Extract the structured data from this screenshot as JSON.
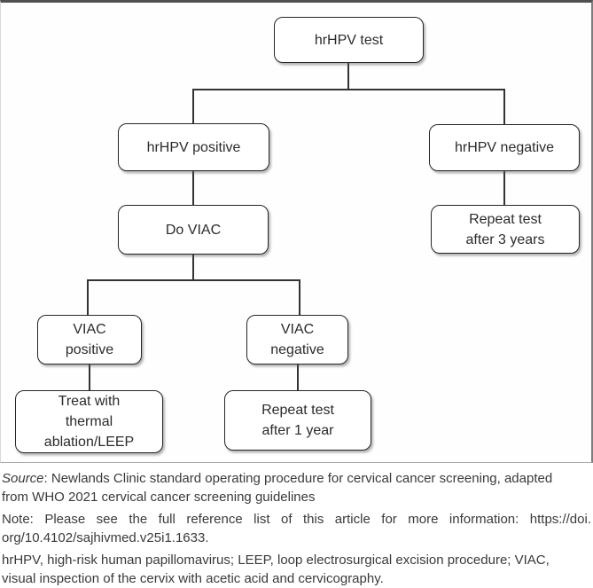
{
  "figure": {
    "title_semantic": "Cervical cancer screening flowchart",
    "nodes": {
      "hrhpv_test": "hrHPV test",
      "hrhpv_positive": "hrHPV positive",
      "hrhpv_negative": "hrHPV negative",
      "do_viac": "Do VIAC",
      "repeat_3_years": "Repeat test\nafter 3 years",
      "viac_positive": "VIAC\npositive",
      "viac_negative": "VIAC\nnegative",
      "treat_thermal": "Treat with\nthermal\nablation/LEEP",
      "repeat_1_year": "Repeat test\nafter 1 year"
    },
    "edges": [
      "hrhpv_test -> hrhpv_positive",
      "hrhpv_test -> hrhpv_negative",
      "hrhpv_positive -> do_viac",
      "hrhpv_negative -> repeat_3_years",
      "do_viac -> viac_positive",
      "do_viac -> viac_negative",
      "viac_positive -> treat_thermal",
      "viac_negative -> repeat_1_year"
    ],
    "colors": {
      "box_border": "#262626",
      "connector": "#333333",
      "node_text": "#2b2b2b",
      "caption_text": "#3a3a3a",
      "background": "#ffffff"
    }
  },
  "caption": {
    "source_label": "Source",
    "source_rest": ": Newlands Clinic standard operating procedure for cervical cancer screening, adapted\nfrom WHO 2021 cervical cancer screening guidelines",
    "note_line1": "Note: Please see the full reference list of this article for more information: https://doi.",
    "note_line2": "org/10.4102/sajhivmed.v25i1.1633.",
    "abbreviations": "hrHPV, high-risk human papillomavirus; LEEP, loop electrosurgical excision procedure; VIAC,\nvisual inspection of the cervix with acetic acid and cervicography."
  }
}
